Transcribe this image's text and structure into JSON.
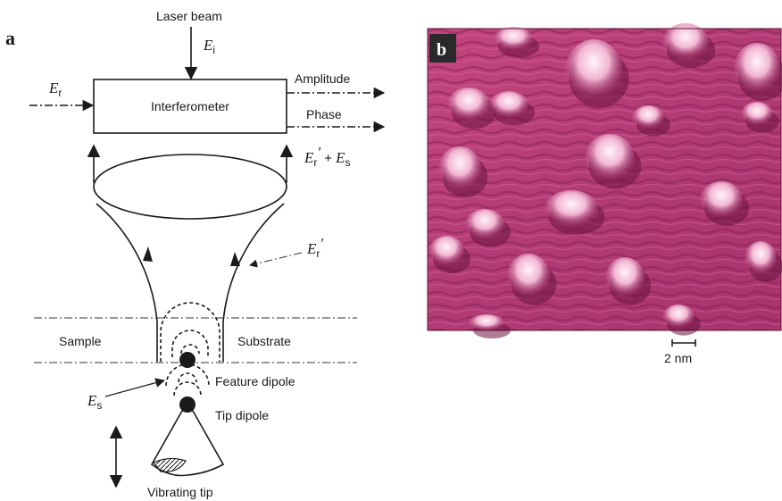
{
  "panel_a": {
    "letter": "a",
    "laser_beam": "Laser beam",
    "e_i": {
      "main": "E",
      "sub": "i"
    },
    "e_r": {
      "main": "E",
      "sub": "r"
    },
    "interferometer": "Interferometer",
    "amplitude": "Amplitude",
    "phase": "Phase",
    "e_r_prime_plus_e_s": {
      "main1": "E",
      "sub1": "r",
      "prime": "'",
      "plus": " + ",
      "main2": "E",
      "sub2": "s"
    },
    "e_r_prime": {
      "main": "E",
      "sub": "r",
      "prime": "'"
    },
    "sample": "Sample",
    "substrate": "Substrate",
    "feature_dipole": "Feature dipole",
    "e_s": {
      "main": "E",
      "sub": "s"
    },
    "tip_dipole": "Tip dipole",
    "vibrating_tip": "Vibrating tip"
  },
  "panel_b": {
    "letter": "b",
    "scale_label": "2 nm",
    "image_colors": {
      "dark": "#7a1a4c",
      "mid": "#b33a78",
      "light": "#e48ab8",
      "highlight": "#fbe6f0"
    }
  }
}
